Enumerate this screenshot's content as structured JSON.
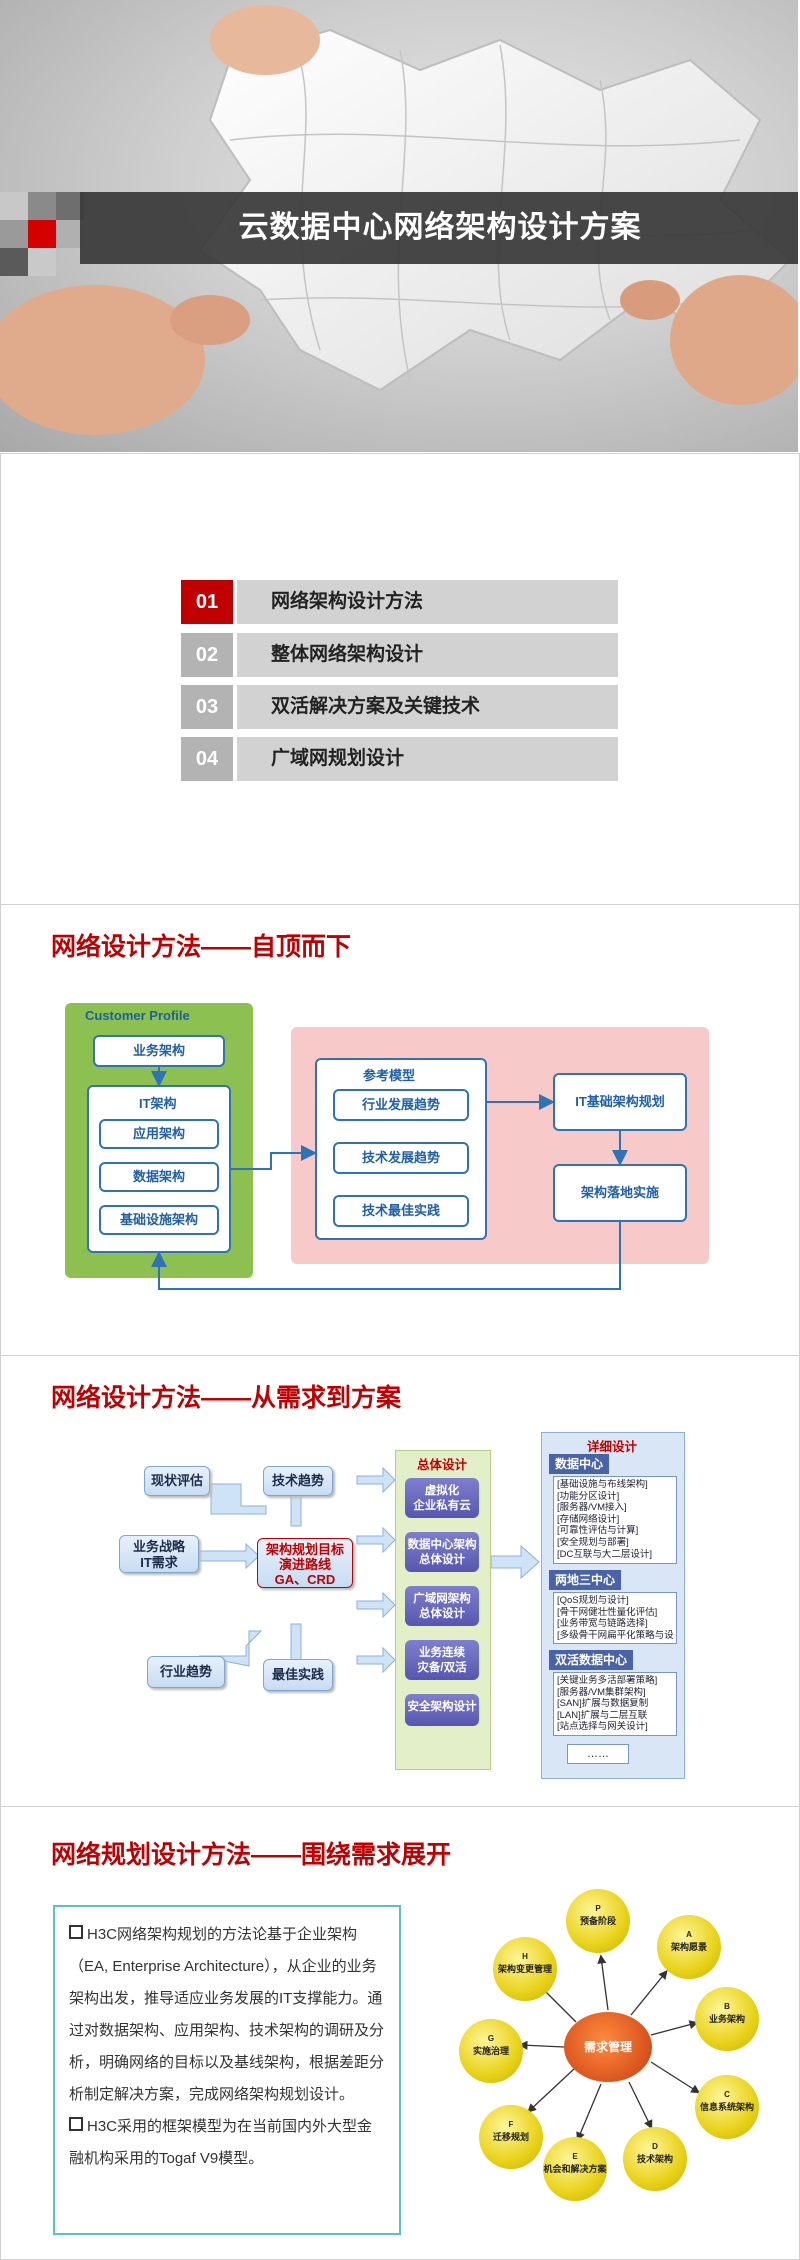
{
  "cover": {
    "title": "云数据中心网络架构设计方案"
  },
  "agenda": [
    {
      "num": "01",
      "label": "网络架构设计方法"
    },
    {
      "num": "02",
      "label": "整体网络架构设计"
    },
    {
      "num": "03",
      "label": "双活解决方案及关键技术"
    },
    {
      "num": "04",
      "label": "广域网规划设计"
    }
  ],
  "slide3": {
    "title": "网络设计方法——自顶而下",
    "customer_profile": "Customer Profile",
    "business_arch": "业务架构",
    "it_arch": "IT架构",
    "app_arch": "应用架构",
    "data_arch": "数据架构",
    "infra_arch": "基础设施架构",
    "ref_model": "参考模型",
    "industry_trend": "行业发展趋势",
    "tech_trend": "技术发展趋势",
    "best_practice": "技术最佳实践",
    "it_infra_plan": "IT基础架构规划",
    "arch_impl": "架构落地实施"
  },
  "slide4": {
    "title": "网络设计方法——从需求到方案",
    "status_eval": "现状评估",
    "tech_trend": "技术趋势",
    "biz_strategy": [
      "业务战略",
      "IT需求"
    ],
    "industry_trend": "行业趋势",
    "best_practice": "最佳实践",
    "target": [
      "架构规划目标",
      "演进路线",
      "GA、CRD"
    ],
    "overall_title": "总体设计",
    "overall_items": [
      [
        "虚拟化",
        "企业私有云"
      ],
      [
        "数据中心架构",
        "总体设计"
      ],
      [
        "广域网架构",
        "总体设计"
      ],
      [
        "业务连续",
        "灾备/双活"
      ],
      [
        "安全架构设计"
      ]
    ],
    "detail_title": "详细设计",
    "detail_sections": [
      {
        "head": "数据中心",
        "items": [
          "[基础设施与布线架构]",
          "[功能分区设计]",
          "[服务器/VM接入]",
          "[存储网络设计]",
          "[可靠性评估与计算]",
          "[安全规划与部署]",
          "[DC互联与大二层设计]"
        ]
      },
      {
        "head": "两地三中心",
        "items": [
          "[QoS规划与设计]",
          "[骨干网健壮性量化评估]",
          "[业务带宽与链路选择]",
          "[多级骨干网扁平化策略与设计]"
        ]
      },
      {
        "head": "双活数据中心",
        "items": [
          "[关键业务多活部署策略]",
          "[服务器/VM集群架构]",
          "[SAN]扩展与数据复制",
          "[LAN]扩展与二层互联",
          "[站点选择与网关设计]"
        ]
      }
    ],
    "ellipsis": "……"
  },
  "slide5": {
    "title": "网络规划设计方法——围绕需求展开",
    "para1": "H3C网络架构规划的方法论基于企业架构（EA, Enterprise Architecture），从企业的业务架构出发，推导适应业务发展的IT支撑能力。通过对数据架构、应用架构、技术架构的调研及分析，明确网络的目标以及基线架构，根据差距分析制定解决方案，完成网络架构规划设计。",
    "para2": "H3C采用的框架模型为在当前国内外大型金融机构采用的Togaf V9模型。",
    "center": "需求管理",
    "nodes": [
      {
        "letter": "P",
        "label": "预备阶段"
      },
      {
        "letter": "A",
        "label": "架构愿景"
      },
      {
        "letter": "B",
        "label": "业务架构"
      },
      {
        "letter": "C",
        "label": "信息系统架构"
      },
      {
        "letter": "D",
        "label": "技术架构"
      },
      {
        "letter": "E",
        "label": "机会和解决方案"
      },
      {
        "letter": "F",
        "label": "迁移规划"
      },
      {
        "letter": "G",
        "label": "实施治理"
      },
      {
        "letter": "H",
        "label": "架构变更管理"
      }
    ]
  }
}
